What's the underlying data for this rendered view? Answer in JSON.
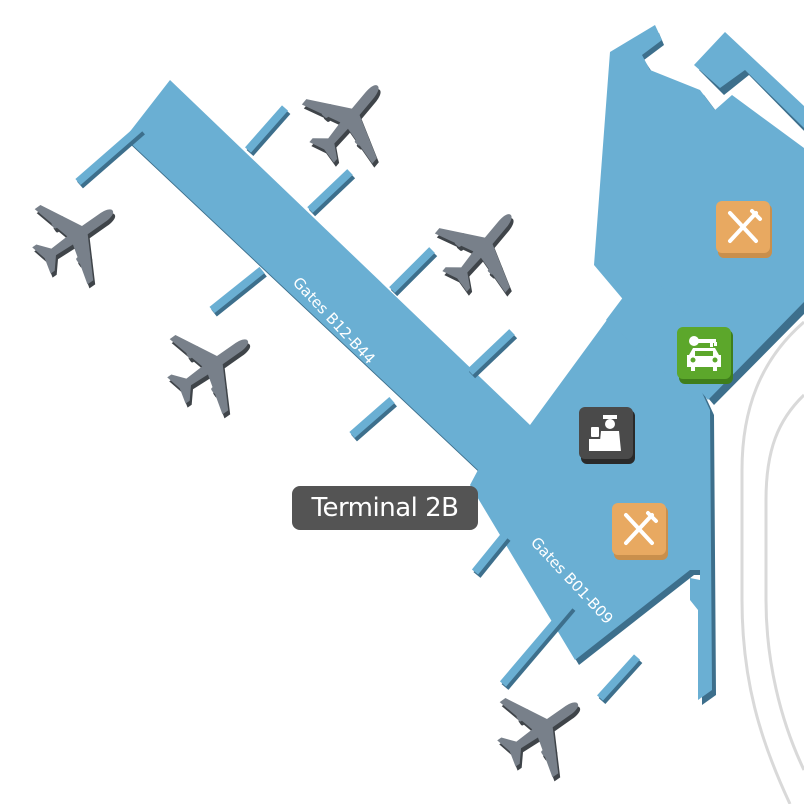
{
  "terminal": {
    "label": "Terminal 2B"
  },
  "concourses": [
    {
      "label": "Gates B12-B44"
    },
    {
      "label": "Gates B01-B09"
    }
  ],
  "pois": [
    {
      "type": "restaurant",
      "icon": "fork-knife-icon",
      "color": "#E8A961"
    },
    {
      "type": "car-rental",
      "icon": "car-key-icon",
      "color": "#5CA72B"
    },
    {
      "type": "passport-control",
      "icon": "customs-officer-icon",
      "color": "#4A4A4A"
    },
    {
      "type": "restaurant",
      "icon": "fork-knife-icon",
      "color": "#E8A961"
    }
  ],
  "colors": {
    "terminal_fill": "#6AAFD3",
    "terminal_shadow": "#3D6F8C",
    "plane": "#78808A",
    "plane_shadow": "#3F4449",
    "road": "#D8D8D8"
  }
}
